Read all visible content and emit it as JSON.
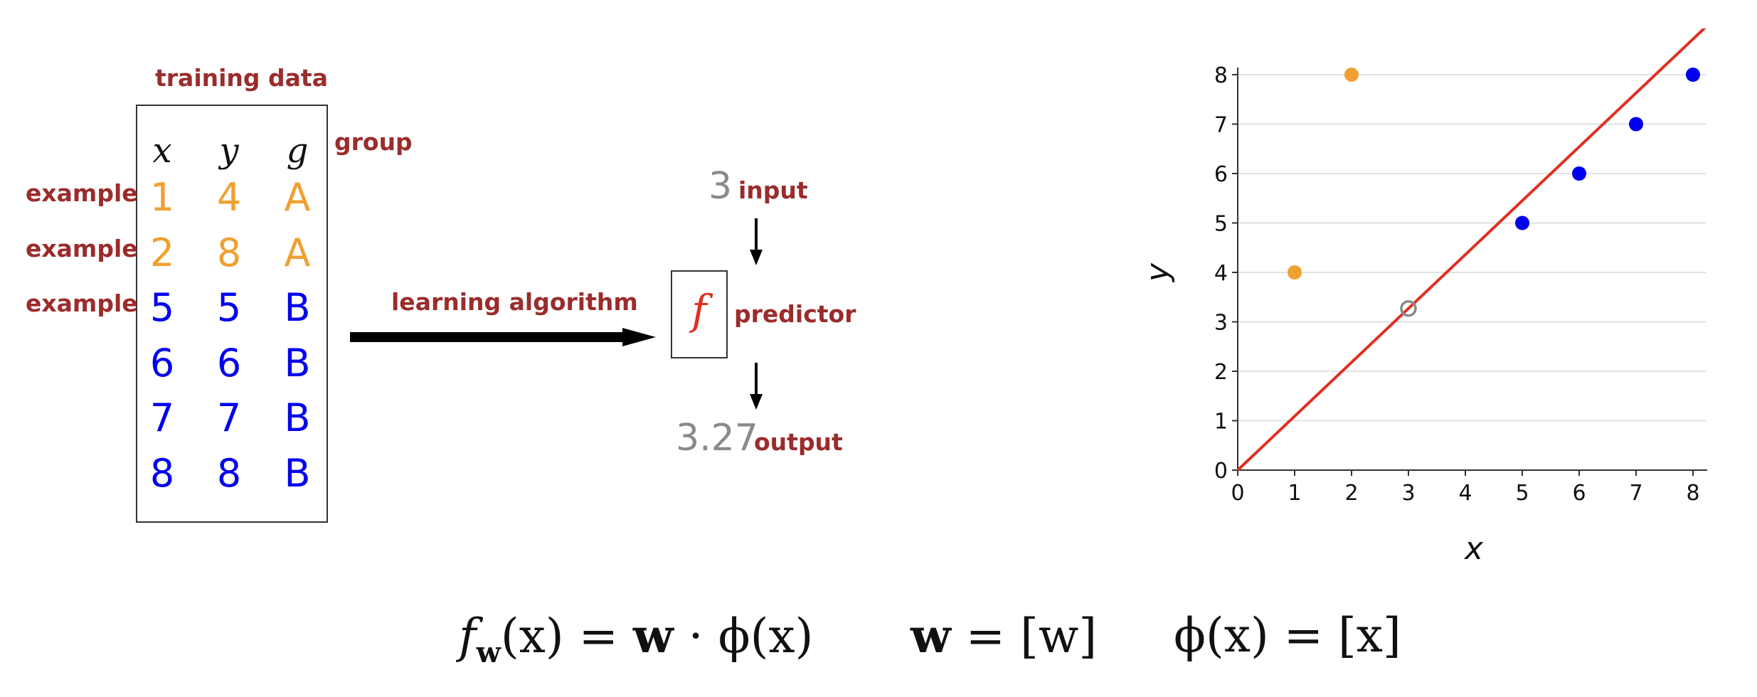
{
  "table": {
    "title": "training data",
    "headers": [
      "x",
      "y",
      "g"
    ],
    "group_label": "group",
    "example_label": "example",
    "rows": [
      {
        "x": "1",
        "y": "4",
        "g": "A"
      },
      {
        "x": "2",
        "y": "8",
        "g": "A"
      },
      {
        "x": "5",
        "y": "5",
        "g": "B"
      },
      {
        "x": "6",
        "y": "6",
        "g": "B"
      },
      {
        "x": "7",
        "y": "7",
        "g": "B"
      },
      {
        "x": "8",
        "y": "8",
        "g": "B"
      }
    ]
  },
  "pipeline": {
    "algorithm_label": "learning algorithm",
    "predictor_symbol": "f",
    "predictor_label": "predictor",
    "input_value": "3",
    "input_label": "input",
    "output_value": "3.27",
    "output_label": "output"
  },
  "colors": {
    "group_a": "#f0a030",
    "group_b": "#0000ee",
    "label": "#9b2c2c",
    "fit_line": "#e03020",
    "query": "#888888"
  },
  "chart_data": {
    "type": "scatter",
    "xlabel": "x",
    "ylabel": "y",
    "xlim": [
      0,
      8
    ],
    "ylim": [
      0,
      8
    ],
    "xticks": [
      0,
      1,
      2,
      3,
      4,
      5,
      6,
      7,
      8
    ],
    "yticks": [
      0,
      1,
      2,
      3,
      4,
      5,
      6,
      7,
      8
    ],
    "grid": "horizontal",
    "series": [
      {
        "group": "A",
        "color": "#f0a030",
        "points": [
          [
            1,
            4
          ],
          [
            2,
            8
          ]
        ]
      },
      {
        "group": "B",
        "color": "#0000ee",
        "points": [
          [
            5,
            5
          ],
          [
            6,
            6
          ],
          [
            7,
            7
          ],
          [
            8,
            8
          ]
        ]
      }
    ],
    "query_point": [
      3,
      3.27
    ],
    "fit_line": {
      "slope": 1.09,
      "intercept": 0
    }
  },
  "formulas": {
    "f1_base": "f",
    "f1_sub": "w",
    "f1_rhs": "(x) = ",
    "f1_w": "w",
    "f1_dot": " · ϕ(x)",
    "f2_w": "w",
    "f2_rhs": " = [w]",
    "f3": "ϕ(x) = [x]"
  }
}
